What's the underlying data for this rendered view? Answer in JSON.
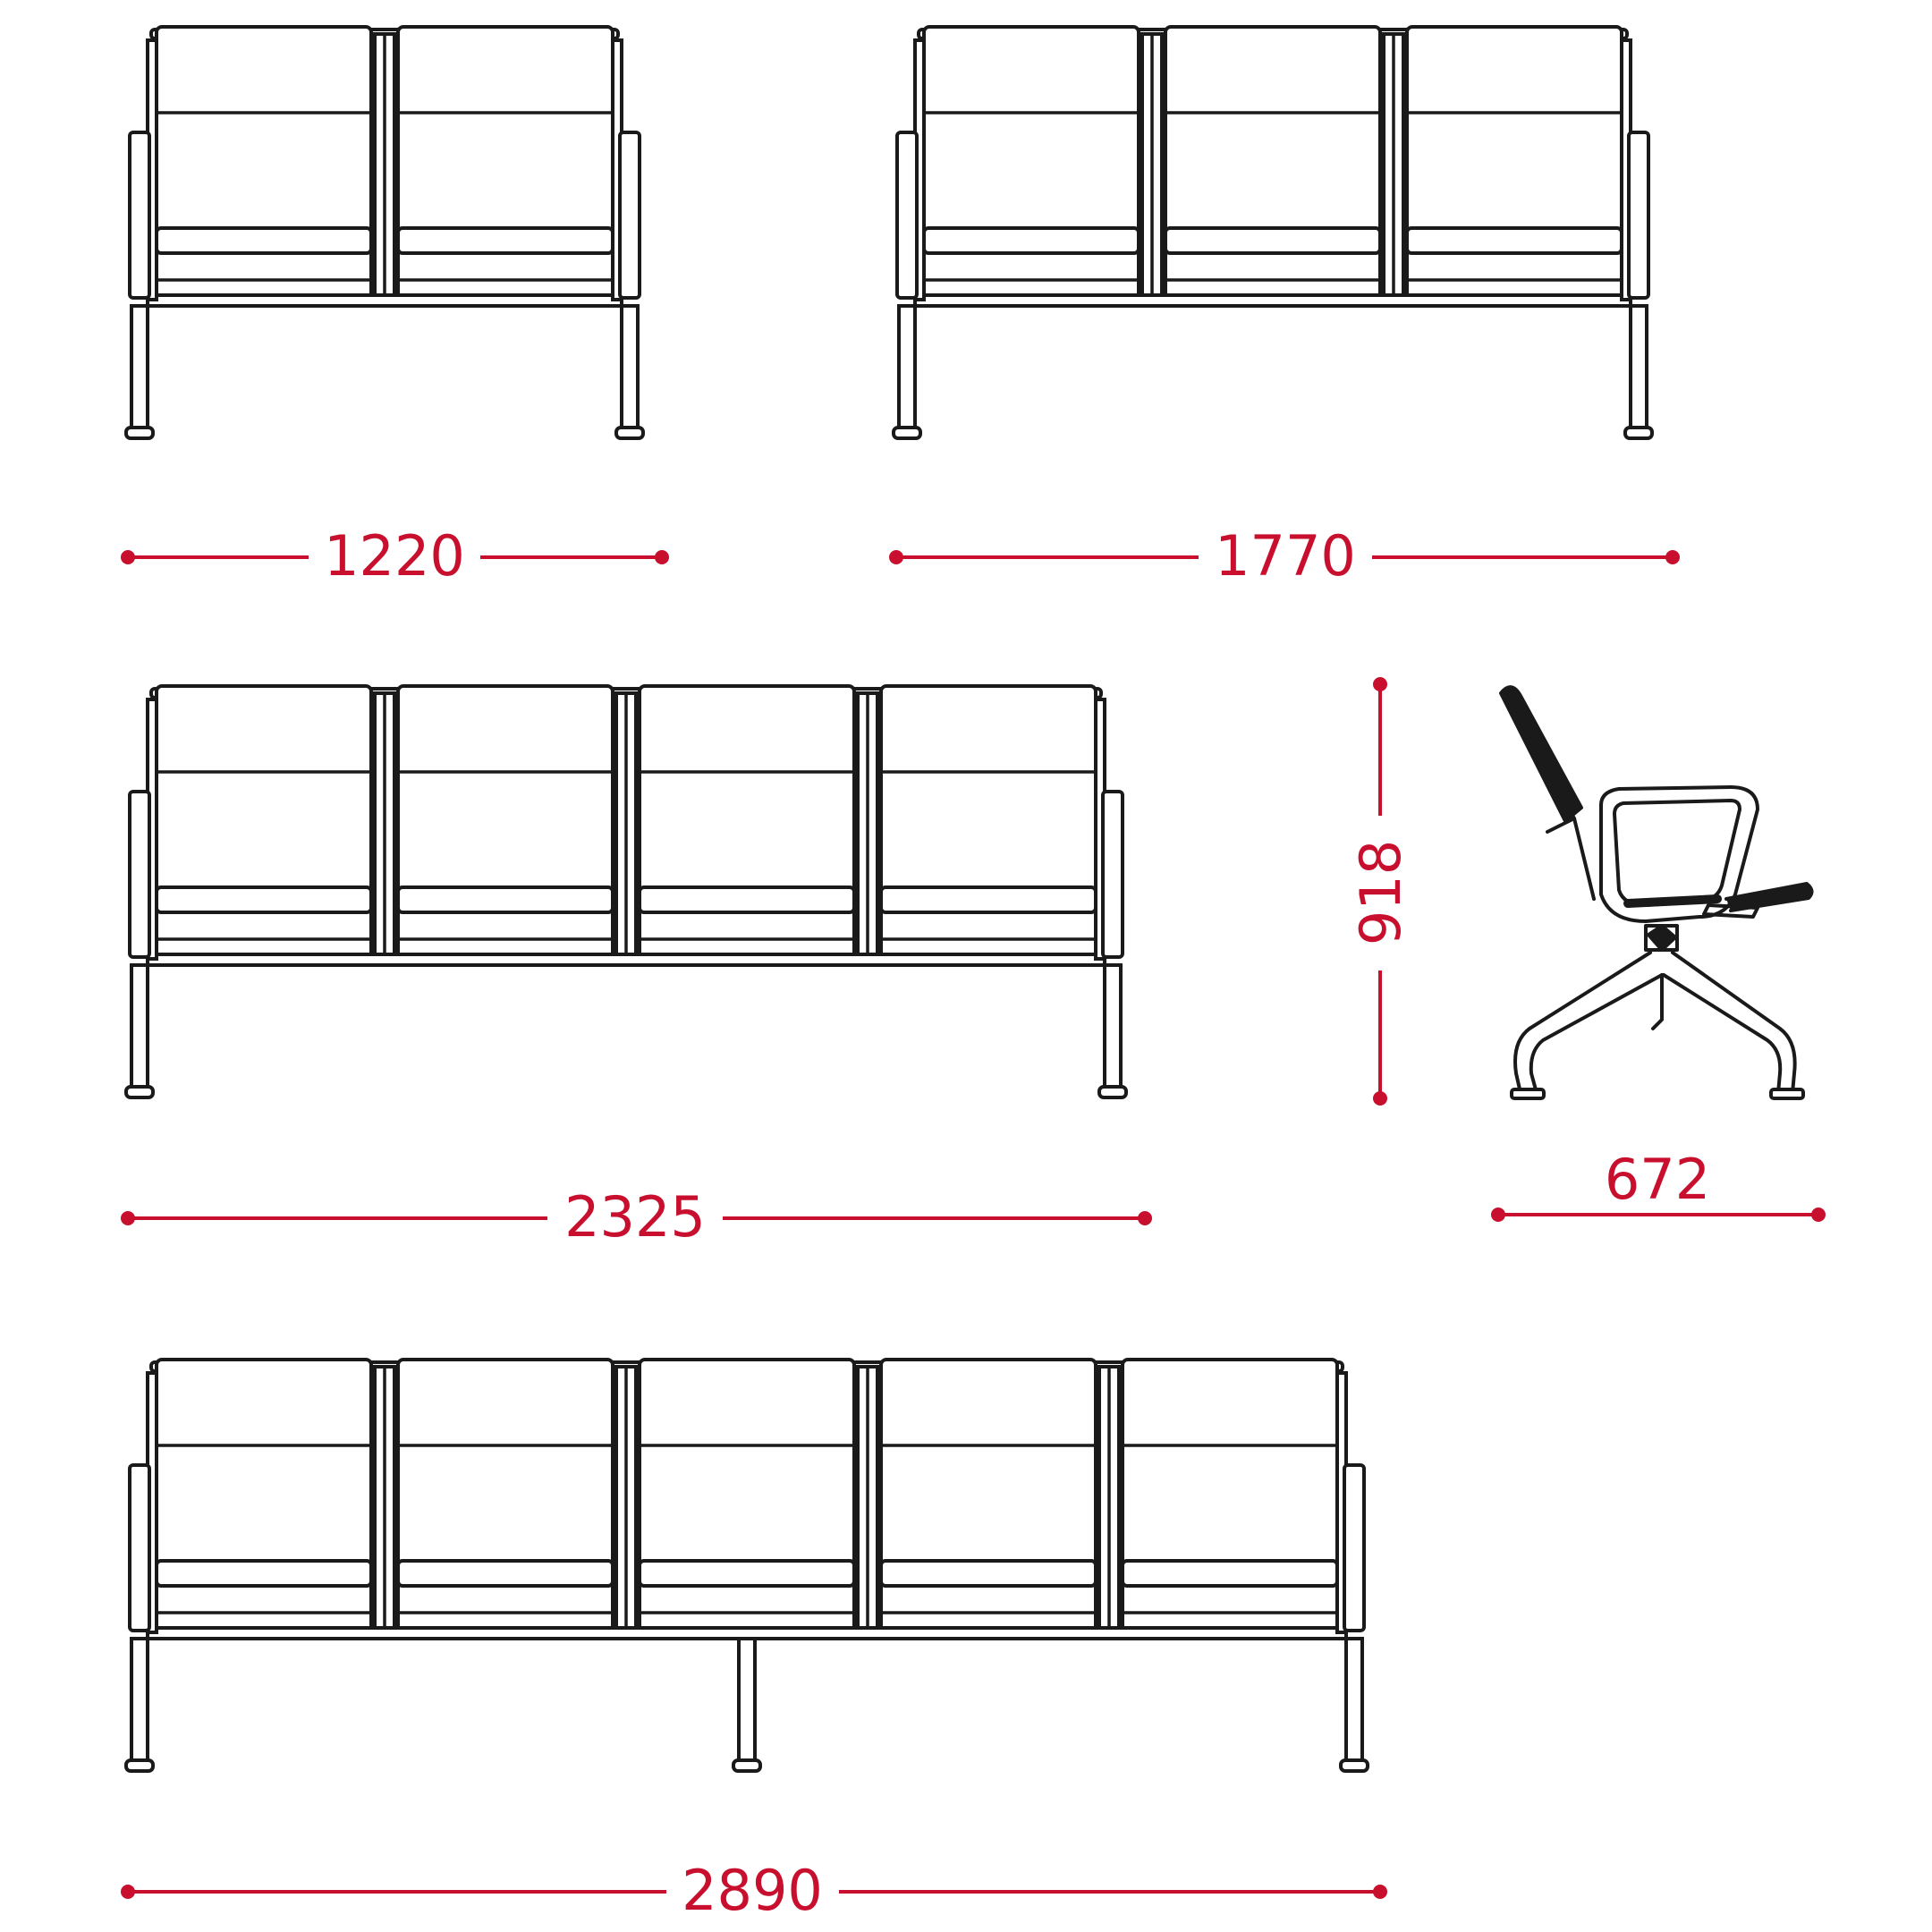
{
  "colors": {
    "line": "#1a1a1a",
    "dimension": "#c8102e",
    "background": "#ffffff"
  },
  "benches": [
    {
      "seats": 2,
      "width_label": "1220"
    },
    {
      "seats": 3,
      "width_label": "1770"
    },
    {
      "seats": 4,
      "width_label": "2325"
    },
    {
      "seats": 5,
      "width_label": "2890",
      "center_leg": true
    }
  ],
  "side_view": {
    "height_label": "918",
    "depth_label": "672"
  }
}
